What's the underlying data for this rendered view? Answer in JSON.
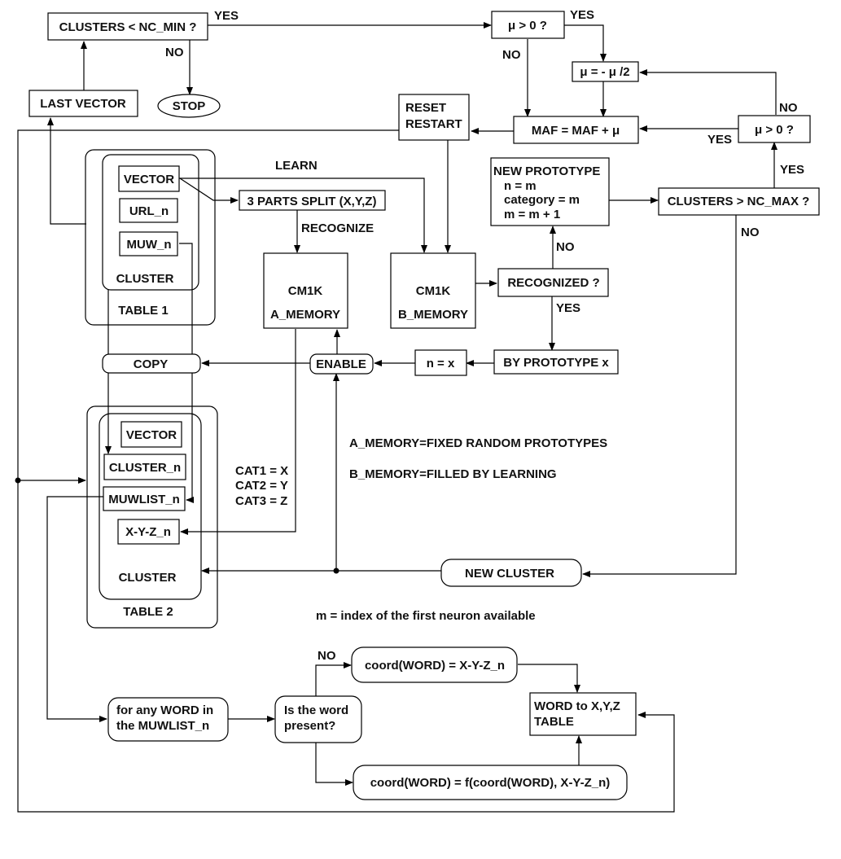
{
  "diagram": {
    "nodes": {
      "clusters_lt_min": "CLUSTERS < NC_MIN ?",
      "stop": "STOP",
      "last_vector": "LAST VECTOR",
      "mu_gt_0_top": "μ > 0 ?",
      "mu_half": "μ = - μ /2",
      "maf_update": "MAF = MAF + μ",
      "mu_gt_0_right": "μ > 0 ?",
      "reset_restart_line1": "RESET",
      "reset_restart_line2": "RESTART",
      "table1_vector": "VECTOR",
      "table1_url": "URL_n",
      "table1_muw": "MUW_n",
      "table1_cluster": "CLUSTER",
      "table1_title": "TABLE 1",
      "split": "3 PARTS SPLIT (X,Y,Z)",
      "a_memory_line1": "CM1K",
      "a_memory_line2": "A_MEMORY",
      "b_memory_line1": "CM1K",
      "b_memory_line2": "B_MEMORY",
      "new_prototype_lines": [
        "NEW PROTOTYPE",
        "n = m",
        "category = m",
        "m = m + 1"
      ],
      "clusters_gt_max": "CLUSTERS > NC_MAX ?",
      "recognized": "RECOGNIZED ?",
      "by_prototype": "BY PROTOTYPE x",
      "n_eq_x": "n = x",
      "enable": "ENABLE",
      "copy": "COPY",
      "table2_vector": "VECTOR",
      "table2_cluster_n": "CLUSTER_n",
      "table2_muwlist": "MUWLIST_n",
      "table2_xyz": "X-Y-Z_n",
      "table2_cluster": "CLUSTER",
      "table2_title": "TABLE 2",
      "new_cluster": "NEW CLUSTER",
      "for_any_word_lines": [
        "for any WORD in",
        "the MUWLIST_n"
      ],
      "word_present_lines": [
        "Is the word",
        "present?"
      ],
      "coord_assign": "coord(WORD) = X-Y-Z_n",
      "coord_update": "coord(WORD) = f(coord(WORD), X-Y-Z_n)",
      "word_table_lines": [
        "WORD to X,Y,Z",
        "TABLE"
      ]
    },
    "edge_labels": {
      "yes_top": "YES",
      "no_top": "NO",
      "yes_mu_top": "YES",
      "no_mu_top": "NO",
      "no_mu_right": "NO",
      "yes_mu_right": "YES",
      "yes_clusters_max": "YES",
      "no_clusters_max": "NO",
      "learn": "LEARN",
      "recognize": "RECOGNIZE",
      "no_recognized": "NO",
      "yes_recognized": "YES",
      "no_word_present": "NO"
    },
    "annotations": {
      "cat_lines": [
        "CAT1 = X",
        "CAT2 = Y",
        "CAT3 = Z"
      ],
      "a_memory_note": "A_MEMORY=FIXED RANDOM PROTOTYPES",
      "b_memory_note": "B_MEMORY=FILLED BY LEARNING",
      "m_note": "m = index of the first neuron available"
    }
  }
}
